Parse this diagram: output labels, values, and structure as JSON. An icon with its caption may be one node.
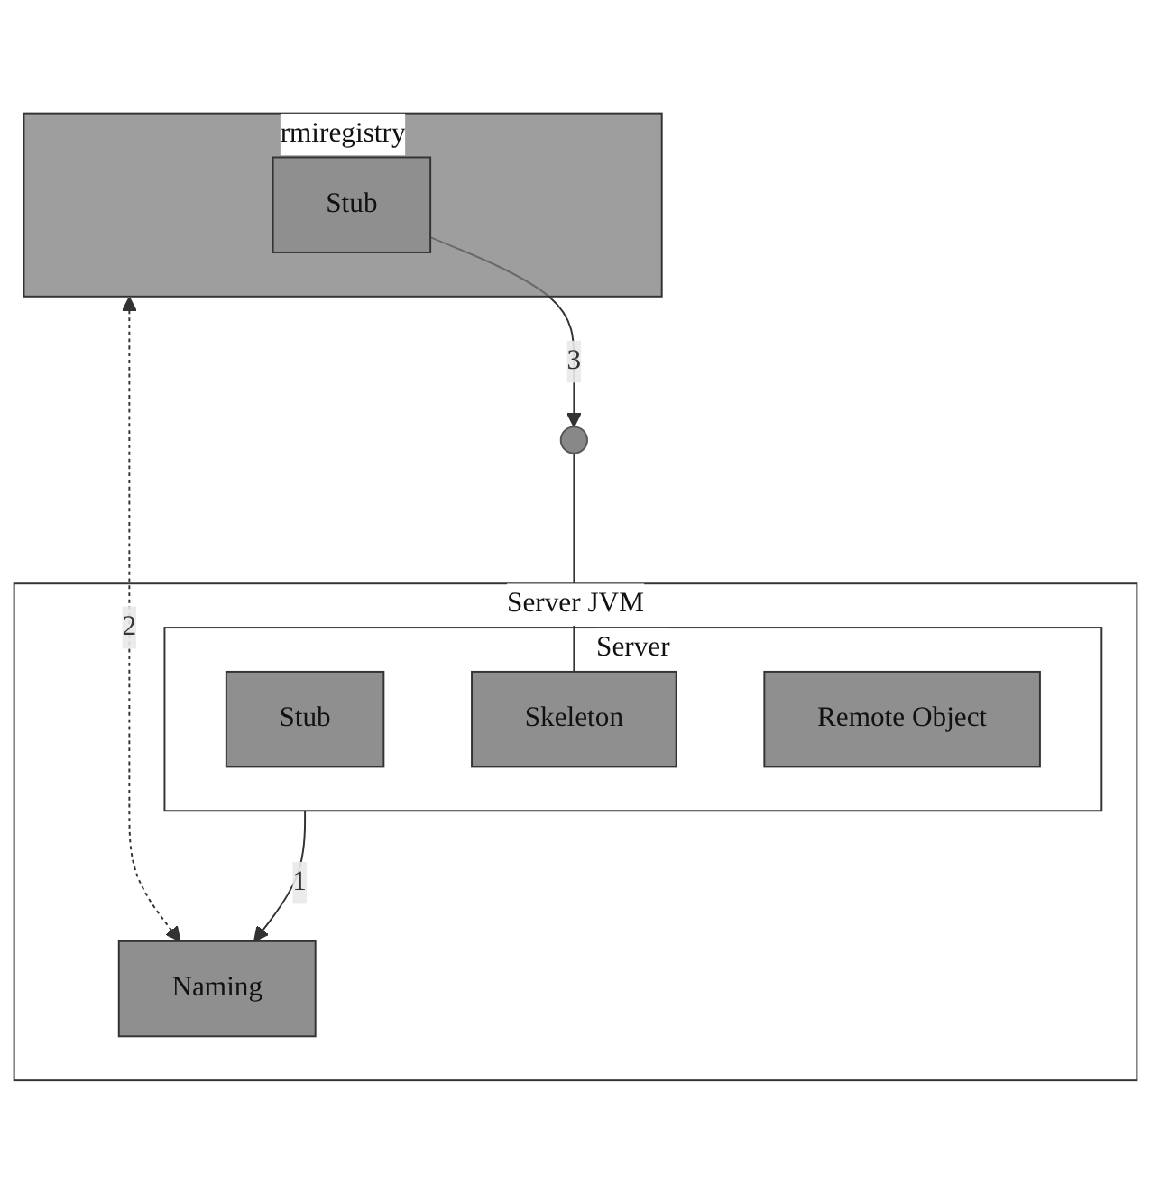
{
  "diagram": {
    "nodes": [
      {
        "text": [
          "rmiregistry"
        ]
      },
      {
        "text": [
          "Stub"
        ],
        "in": 0
      },
      {
        "text": [
          "Server JVM"
        ]
      },
      {
        "text": [
          "Naming"
        ],
        "in": 2
      },
      {
        "text": [
          "Server"
        ],
        "in": 2
      },
      {
        "text": [
          "Stub"
        ],
        "in": 4
      },
      {
        "text": [
          "Skeleton"
        ],
        "in": 4
      },
      {
        "text": [
          "Remote Object"
        ],
        "in": 4
      },
      {
        "text": [],
        "shape": "circle"
      }
    ],
    "edges": [
      {
        "from": 0,
        "to": 3,
        "arrow": "both",
        "style": "dashed",
        "label": "2"
      },
      {
        "from": 4,
        "to": 3,
        "arrow": "to",
        "label": "1"
      },
      {
        "from": 1,
        "to": 8,
        "arrow": "to",
        "label": "3"
      },
      {
        "from": 8,
        "to": 6,
        "arrow": "none"
      }
    ]
  }
}
